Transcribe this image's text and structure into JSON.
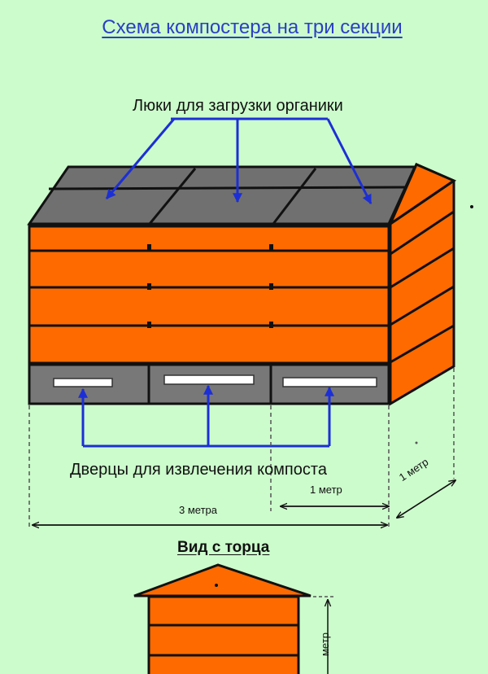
{
  "title": "Схема компостера на три секции",
  "labels": {
    "hatches": "Люки для загрузки органики",
    "doors": "Дверцы для извлечения компоста",
    "dim_section": "1 метр",
    "dim_length": "3 метра",
    "dim_depth": "1 метр",
    "end_view": "Вид с торца",
    "dim_height": "метр"
  },
  "colors": {
    "background": "#ccfccc",
    "board": "#ff6a00",
    "roof": "#6e6e6e",
    "door": "#777777",
    "arrow": "#1c2fd6",
    "title": "#2a3fc4"
  }
}
